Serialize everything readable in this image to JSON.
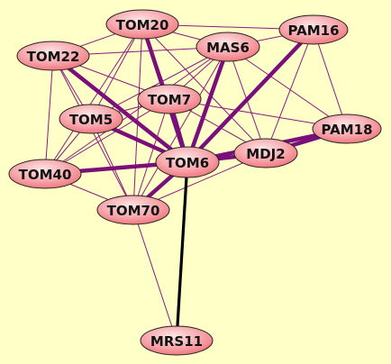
{
  "graph": {
    "background_color": "#ffffc8",
    "node_fill_inner": "#fde0e0",
    "node_fill_outer": "#f07a82",
    "node_stroke": "#222222",
    "edge_colors": {
      "thin": "#8b1a7d",
      "thick": "#7a0e7a",
      "black": "#000000"
    },
    "nodes": [
      {
        "id": "TOM20",
        "label": "TOM20"
      },
      {
        "id": "PAM16",
        "label": "PAM16"
      },
      {
        "id": "TOM22",
        "label": "TOM22"
      },
      {
        "id": "MAS6",
        "label": "MAS6"
      },
      {
        "id": "TOM7",
        "label": "TOM7"
      },
      {
        "id": "TOM5",
        "label": "TOM5"
      },
      {
        "id": "PAM18",
        "label": "PAM18"
      },
      {
        "id": "MDJ2",
        "label": "MDJ2"
      },
      {
        "id": "TOM6",
        "label": "TOM6"
      },
      {
        "id": "TOM40",
        "label": "TOM40"
      },
      {
        "id": "TOM70",
        "label": "TOM70"
      },
      {
        "id": "MRS11",
        "label": "MRS11"
      }
    ],
    "edges": [
      {
        "source": "TOM20",
        "target": "PAM16",
        "style": "thin"
      },
      {
        "source": "TOM20",
        "target": "TOM22",
        "style": "thin"
      },
      {
        "source": "TOM20",
        "target": "MAS6",
        "style": "thin"
      },
      {
        "source": "TOM20",
        "target": "TOM7",
        "style": "thin"
      },
      {
        "source": "TOM20",
        "target": "TOM5",
        "style": "thin"
      },
      {
        "source": "TOM20",
        "target": "TOM40",
        "style": "thin"
      },
      {
        "source": "TOM20",
        "target": "TOM70",
        "style": "thin"
      },
      {
        "source": "TOM20",
        "target": "TOM6",
        "style": "thick"
      },
      {
        "source": "TOM20",
        "target": "MDJ2",
        "style": "thin"
      },
      {
        "source": "TOM22",
        "target": "MAS6",
        "style": "thin"
      },
      {
        "source": "TOM22",
        "target": "TOM7",
        "style": "thin"
      },
      {
        "source": "TOM22",
        "target": "TOM5",
        "style": "thin"
      },
      {
        "source": "TOM22",
        "target": "TOM40",
        "style": "thin"
      },
      {
        "source": "TOM22",
        "target": "TOM70",
        "style": "thin"
      },
      {
        "source": "TOM22",
        "target": "TOM6",
        "style": "thick"
      },
      {
        "source": "MAS6",
        "target": "PAM16",
        "style": "thin"
      },
      {
        "source": "MAS6",
        "target": "TOM7",
        "style": "thin"
      },
      {
        "source": "MAS6",
        "target": "TOM5",
        "style": "thin"
      },
      {
        "source": "MAS6",
        "target": "TOM6",
        "style": "thick"
      },
      {
        "source": "MAS6",
        "target": "MDJ2",
        "style": "thin"
      },
      {
        "source": "MAS6",
        "target": "PAM18",
        "style": "thin"
      },
      {
        "source": "MAS6",
        "target": "TOM40",
        "style": "thin"
      },
      {
        "source": "MAS6",
        "target": "TOM70",
        "style": "thin"
      },
      {
        "source": "PAM16",
        "target": "PAM18",
        "style": "thin"
      },
      {
        "source": "PAM16",
        "target": "MDJ2",
        "style": "thin"
      },
      {
        "source": "PAM16",
        "target": "TOM6",
        "style": "thick"
      },
      {
        "source": "TOM7",
        "target": "TOM5",
        "style": "thin"
      },
      {
        "source": "TOM7",
        "target": "TOM40",
        "style": "thin"
      },
      {
        "source": "TOM7",
        "target": "TOM70",
        "style": "thin"
      },
      {
        "source": "TOM7",
        "target": "TOM6",
        "style": "thick"
      },
      {
        "source": "TOM7",
        "target": "MDJ2",
        "style": "thin"
      },
      {
        "source": "TOM7",
        "target": "PAM18",
        "style": "thin"
      },
      {
        "source": "TOM5",
        "target": "TOM40",
        "style": "thin"
      },
      {
        "source": "TOM5",
        "target": "TOM70",
        "style": "thin"
      },
      {
        "source": "TOM5",
        "target": "TOM6",
        "style": "thick"
      },
      {
        "source": "TOM40",
        "target": "TOM6",
        "style": "thick"
      },
      {
        "source": "TOM40",
        "target": "TOM70",
        "style": "thin"
      },
      {
        "source": "TOM70",
        "target": "TOM6",
        "style": "thick"
      },
      {
        "source": "TOM70",
        "target": "MDJ2",
        "style": "thin"
      },
      {
        "source": "TOM70",
        "target": "MRS11",
        "style": "thin"
      },
      {
        "source": "TOM6",
        "target": "MDJ2",
        "style": "thick"
      },
      {
        "source": "TOM6",
        "target": "PAM18",
        "style": "thick"
      },
      {
        "source": "TOM6",
        "target": "MRS11",
        "style": "black"
      },
      {
        "source": "MDJ2",
        "target": "PAM18",
        "style": "thick"
      }
    ]
  }
}
